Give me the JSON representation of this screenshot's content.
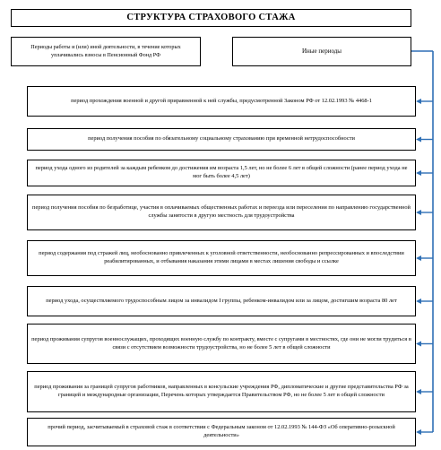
{
  "title": "СТРУКТУРА СТРАХОВОГО СТАЖА",
  "left_header": "Периоды работы и (или) иной деятельности, в течение которых уплачивались взносы в Пенсионный Фонд РФ",
  "right_header": "Иные периоды",
  "periods": [
    "период прохождения военной и другой приравненной к ней службы, предусмотренной Законом РФ от 12.02.1993 № 4468-1",
    "период получения пособия по обязательному социальному страхованию при временной нетрудоспособности",
    "период ухода одного из родителей за каждым ребенком до достижения им возраста 1,5 лет, но не более 6 лет в общей сложности (ранее период ухода не мог быть более 4,5 лет)",
    "период получения пособия по безработице, участия в оплачиваемых общественных работах и переезда или переселения по направлению государственной службы занятости в другую местность для трудоустройства",
    "период содержания под стражей лиц, необоснованно привлеченных к уголовной ответственности, необоснованно репрессированных и впоследствии реабилитированных, и отбывания наказания этими лицами в местах лишения свободы и ссылке",
    "период ухода, осуществляемого трудоспособным лицом за инвалидом I группы, ребенком-инвалидом или за лицом, достигшим возраста 80 лет",
    "период проживания супругов военнослужащих, проходящих военную службу по контракту, вместе с супругами в местностях, где они не могли трудиться в связи с отсутствием возможности трудоустройства, но не более 5 лет в общей сложности",
    "период проживания за границей супругов работников, направленных в консульские учреждения РФ, дипломатические и другие представительства РФ за границей и международные организации, Перечень которых утверждается Правительством РФ, но не более 5 лет в общей сложности",
    "прочий период, засчитываемый в страховой стаж в соответствии с Федеральным законом от 12.02.1993 № 144-ФЗ «Об оперативно-розыскной деятельности»"
  ],
  "colors": {
    "connector": "#2e6fb5",
    "border": "#000000"
  }
}
